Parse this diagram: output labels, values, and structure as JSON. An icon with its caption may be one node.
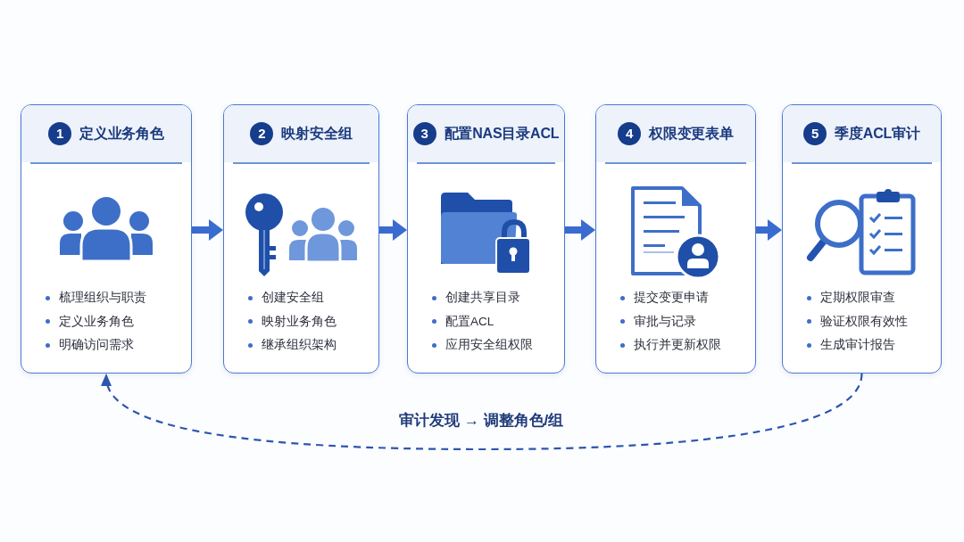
{
  "diagram": {
    "nodes": [
      {
        "text": [
          "1",
          "定义业务角色",
          "梳理组织与职责",
          "定义业务角色",
          "明确访问需求"
        ]
      },
      {
        "text": [
          "2",
          "映射安全组",
          "创建安全组",
          "映射业务角色",
          "继承组织架构"
        ]
      },
      {
        "text": [
          "3",
          "配置NAS目录ACL",
          "创建共享目录",
          "配置ACL",
          "应用安全组权限"
        ]
      },
      {
        "text": [
          "4",
          "权限变更表单",
          "提交变更申请",
          "审批与记录",
          "执行并更新权限"
        ]
      },
      {
        "text": [
          "5",
          "季度ACL审计",
          "定期权限审查",
          "验证权限有效性",
          "生成审计报告"
        ]
      }
    ],
    "edges": [
      {
        "from": 0,
        "to": 1,
        "arrow": "to"
      },
      {
        "from": 1,
        "to": 2,
        "arrow": "to"
      },
      {
        "from": 2,
        "to": 3,
        "arrow": "to"
      },
      {
        "from": 3,
        "to": 4,
        "arrow": "to"
      },
      {
        "from": 4,
        "to": 0,
        "arrow": "to",
        "style": "dashed",
        "label": "审计发现 → 调整角色/组"
      }
    ]
  }
}
